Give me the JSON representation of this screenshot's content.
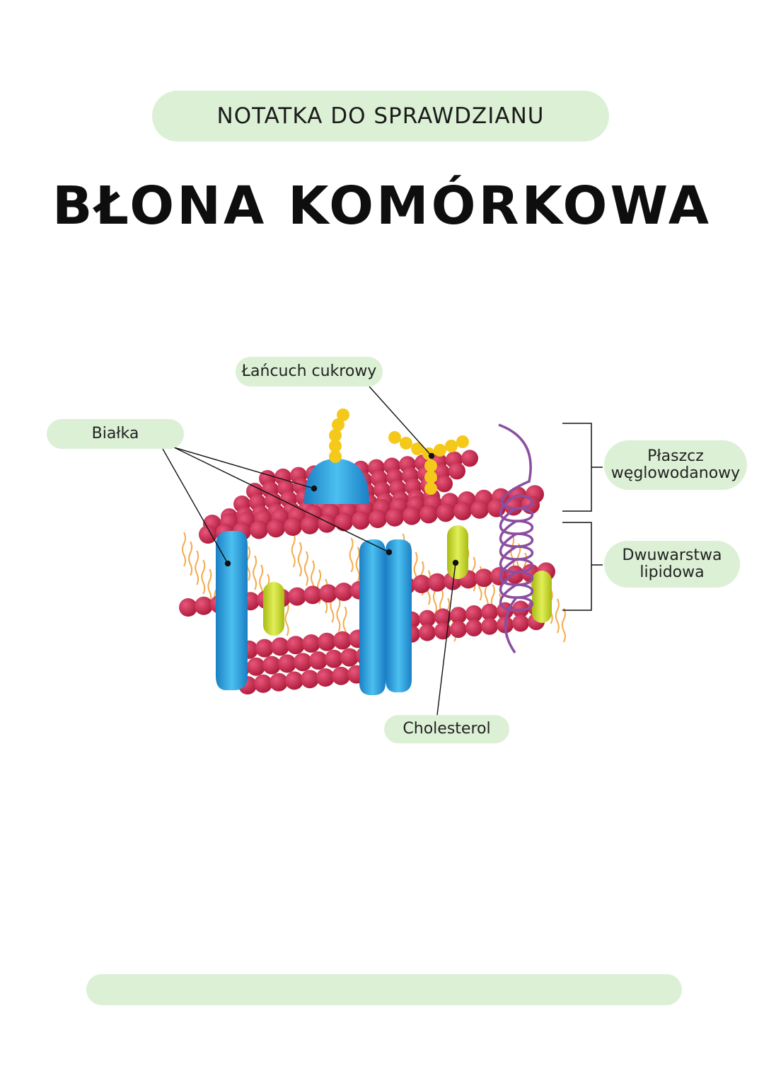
{
  "header": {
    "subtitle": "NOTATKA DO SPRAWDZIANU",
    "title": "BŁONA KOMÓRKOWA"
  },
  "diagram": {
    "labels": {
      "sugar_chain": "Łańcuch cukrowy",
      "proteins": "Białka",
      "carbohydrate_coat_line1": "Płaszcz",
      "carbohydrate_coat_line2": "węglowodanowy",
      "lipid_bilayer_line1": "Dwuwarstwa",
      "lipid_bilayer_line2": "lipidowa",
      "cholesterol": "Cholesterol"
    },
    "colors": {
      "label_background": "#dcf0d5",
      "phospholipid_head": "#c8284a",
      "protein": "#2b9fdc",
      "cholesterol": "#c7d82a",
      "sugar": "#f5c91a",
      "helix": "#8a4fa0",
      "tails": "#f2a23a"
    }
  }
}
